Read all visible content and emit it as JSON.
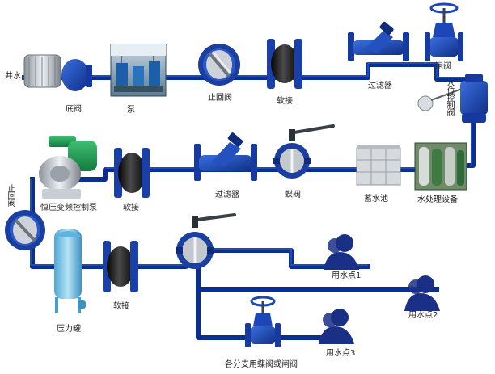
{
  "colors": {
    "pipe": "#0a2f8f",
    "pipe_highlight": "#1c4fc4",
    "valve_body": "#1d47b8",
    "valve_dark": "#0f2c7a",
    "rubber": "#161616",
    "steel": "#b9bec6",
    "tank": "#7ec6e6",
    "person": "#1a2f86",
    "background": "#ffffff"
  },
  "labels": {
    "well_water": "井水",
    "foot_valve": "底阀",
    "pump": "泵",
    "check_valve_top": "止回阀",
    "soft_joint_top": "软接",
    "strainer_top": "过滤器",
    "gate_valve_top": "闸阀",
    "level_control_valve": "水位控制阀",
    "water_treatment": "水处理设备",
    "storage_tank": "蓄水池",
    "butterfly_valve_mid": "蝶阀",
    "strainer_mid": "过滤器",
    "soft_joint_mid": "软接",
    "variable_freq_pump": "恒压变频控制泵",
    "check_valve_left": "止回阀",
    "pressure_tank": "压力罐",
    "soft_joint_bottom": "软接",
    "branch_valve": "各分支用蝶阀或闸阀",
    "point_1": "用水点1",
    "point_2": "用水点2",
    "point_3": "用水点3"
  },
  "icons": [
    "foot-valve-icon",
    "pump-room-photo",
    "check-valve-icon",
    "soft-joint-icon",
    "y-strainer-icon",
    "gate-valve-icon",
    "float-valve-icon",
    "treatment-equipment-photo",
    "storage-tank-icon",
    "butterfly-valve-icon",
    "booster-pump-icon",
    "pressure-tank-icon",
    "person-icon"
  ]
}
